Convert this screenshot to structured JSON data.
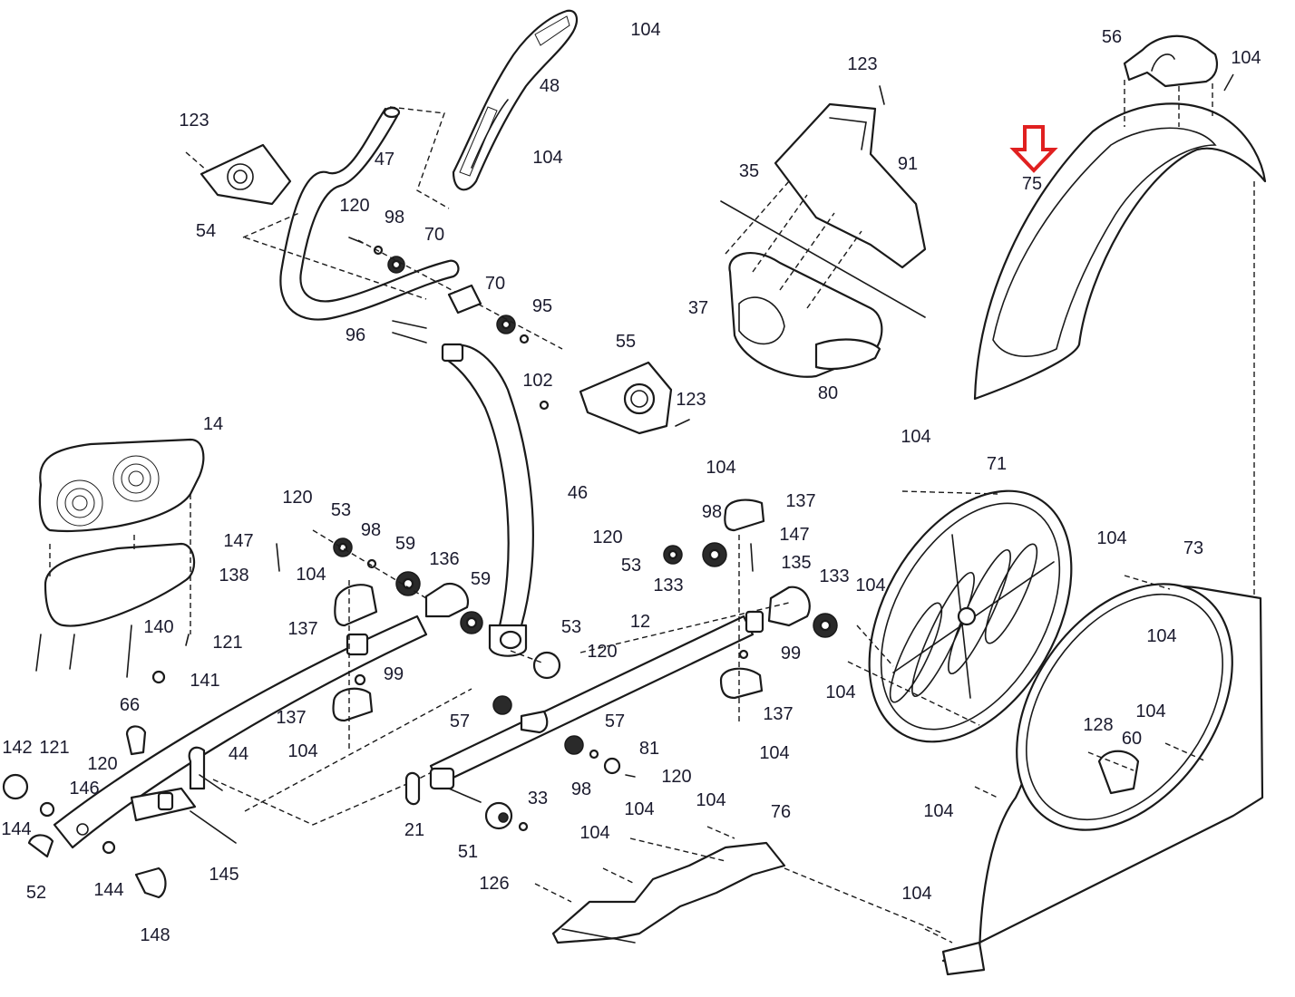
{
  "diagram": {
    "title": "Elliptical trainer exploded parts diagram",
    "highlight": {
      "part": "75",
      "color": "#e02020",
      "icon": "down-arrow-icon"
    },
    "labels": [
      {
        "id": "l56",
        "text": "56"
      },
      {
        "id": "l104a",
        "text": "104"
      },
      {
        "id": "l48",
        "text": "48"
      },
      {
        "id": "l104b",
        "text": "104"
      },
      {
        "id": "l123a",
        "text": "123"
      },
      {
        "id": "l47",
        "text": "47"
      },
      {
        "id": "l54",
        "text": "54"
      },
      {
        "id": "l120a",
        "text": "120"
      },
      {
        "id": "l98a",
        "text": "98"
      },
      {
        "id": "l70a",
        "text": "70"
      },
      {
        "id": "l70b",
        "text": "70"
      },
      {
        "id": "l95",
        "text": "95"
      },
      {
        "id": "l96",
        "text": "96"
      },
      {
        "id": "l55",
        "text": "55"
      },
      {
        "id": "l102",
        "text": "102"
      },
      {
        "id": "l123b",
        "text": "123"
      },
      {
        "id": "l123c",
        "text": "123"
      },
      {
        "id": "l91",
        "text": "91"
      },
      {
        "id": "l35",
        "text": "35"
      },
      {
        "id": "l37",
        "text": "37"
      },
      {
        "id": "l80",
        "text": "80"
      },
      {
        "id": "l104c",
        "text": "104"
      },
      {
        "id": "l75",
        "text": "75"
      },
      {
        "id": "l14",
        "text": "14"
      },
      {
        "id": "l46",
        "text": "46"
      },
      {
        "id": "l120b",
        "text": "120"
      },
      {
        "id": "l53a",
        "text": "53"
      },
      {
        "id": "l98b",
        "text": "98"
      },
      {
        "id": "l147a",
        "text": "147"
      },
      {
        "id": "l59a",
        "text": "59"
      },
      {
        "id": "l136",
        "text": "136"
      },
      {
        "id": "l138",
        "text": "138"
      },
      {
        "id": "l104d",
        "text": "104"
      },
      {
        "id": "l59b",
        "text": "59"
      },
      {
        "id": "l137a",
        "text": "137"
      },
      {
        "id": "l140",
        "text": "140"
      },
      {
        "id": "l121a",
        "text": "121"
      },
      {
        "id": "l141",
        "text": "141"
      },
      {
        "id": "l53b",
        "text": "53"
      },
      {
        "id": "l120c",
        "text": "120"
      },
      {
        "id": "l99a",
        "text": "99"
      },
      {
        "id": "l66",
        "text": "66"
      },
      {
        "id": "l137b",
        "text": "137"
      },
      {
        "id": "l104e",
        "text": "104"
      },
      {
        "id": "l44",
        "text": "44"
      },
      {
        "id": "l142",
        "text": "142"
      },
      {
        "id": "l121b",
        "text": "121"
      },
      {
        "id": "l120d",
        "text": "120"
      },
      {
        "id": "l146",
        "text": "146"
      },
      {
        "id": "l144a",
        "text": "144"
      },
      {
        "id": "l52",
        "text": "52"
      },
      {
        "id": "l144b",
        "text": "144"
      },
      {
        "id": "l145",
        "text": "145"
      },
      {
        "id": "l148",
        "text": "148"
      },
      {
        "id": "l104f",
        "text": "104"
      },
      {
        "id": "l137c",
        "text": "137"
      },
      {
        "id": "l98c",
        "text": "98"
      },
      {
        "id": "l120e",
        "text": "120"
      },
      {
        "id": "l147b",
        "text": "147"
      },
      {
        "id": "l53c",
        "text": "53"
      },
      {
        "id": "l133a",
        "text": "133"
      },
      {
        "id": "l135",
        "text": "135"
      },
      {
        "id": "l133b",
        "text": "133"
      },
      {
        "id": "l104g",
        "text": "104"
      },
      {
        "id": "l12",
        "text": "12"
      },
      {
        "id": "l99b",
        "text": "99"
      },
      {
        "id": "l104h",
        "text": "104"
      },
      {
        "id": "l137d",
        "text": "137"
      },
      {
        "id": "l104i",
        "text": "104"
      },
      {
        "id": "l57a",
        "text": "57"
      },
      {
        "id": "l57b",
        "text": "57"
      },
      {
        "id": "l81",
        "text": "81"
      },
      {
        "id": "l98d",
        "text": "98"
      },
      {
        "id": "l120f",
        "text": "120"
      },
      {
        "id": "l21",
        "text": "21"
      },
      {
        "id": "l33",
        "text": "33"
      },
      {
        "id": "l51",
        "text": "51"
      },
      {
        "id": "l104j",
        "text": "104"
      },
      {
        "id": "l104k",
        "text": "104"
      },
      {
        "id": "l104l",
        "text": "104"
      },
      {
        "id": "l76",
        "text": "76"
      },
      {
        "id": "l126",
        "text": "126"
      },
      {
        "id": "l104m",
        "text": "104"
      },
      {
        "id": "l71",
        "text": "71"
      },
      {
        "id": "l104n",
        "text": "104"
      },
      {
        "id": "l73",
        "text": "73"
      },
      {
        "id": "l104o",
        "text": "104"
      },
      {
        "id": "l104p",
        "text": "104"
      },
      {
        "id": "l128",
        "text": "128"
      },
      {
        "id": "l60",
        "text": "60"
      },
      {
        "id": "l104q",
        "text": "104"
      },
      {
        "id": "l104r",
        "text": "104"
      }
    ]
  }
}
